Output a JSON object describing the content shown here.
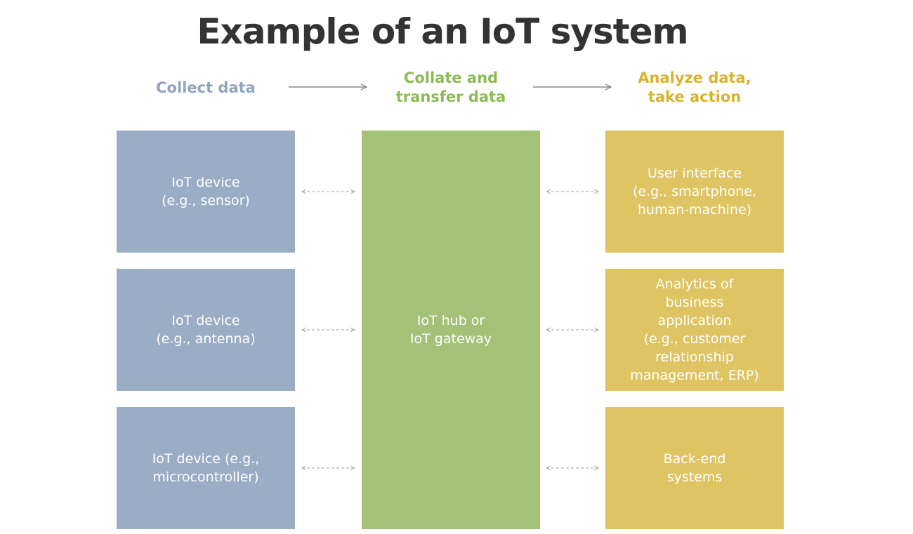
{
  "title": "Example of an IoT system",
  "columns": {
    "collect": {
      "lines": [
        "Collect data"
      ]
    },
    "collate": {
      "lines": [
        "Collate and",
        "transfer data"
      ]
    },
    "analyze": {
      "lines": [
        "Analyze data,",
        "take action"
      ]
    }
  },
  "devices": [
    {
      "lines": [
        "IoT device",
        "(e.g., sensor)"
      ]
    },
    {
      "lines": [
        "IoT device",
        "(e.g., antenna)"
      ]
    },
    {
      "lines": [
        "IoT device (e.g.,",
        "microcontroller)"
      ]
    }
  ],
  "hub": {
    "lines": [
      "IoT hub or",
      "IoT gateway"
    ]
  },
  "outputs": [
    {
      "lines": [
        "User interface",
        "(e.g., smartphone,",
        "human-machine)"
      ]
    },
    {
      "lines": [
        "Analytics of",
        "business",
        "application",
        "(e.g., customer",
        "relationship",
        "management, ERP)"
      ]
    },
    {
      "lines": [
        "Back-end",
        "systems"
      ]
    }
  ],
  "colors": {
    "title": "#333333",
    "collect": "#9aadc4",
    "collect_heading": "#8fa4bf",
    "collate": "#a3c278",
    "collate_heading": "#8cbb52",
    "analyze": "#dfc463",
    "analyze_heading": "#d8b32e",
    "arrow": "#8a8a8a",
    "dashed_arrow": "#b5b5b5"
  }
}
